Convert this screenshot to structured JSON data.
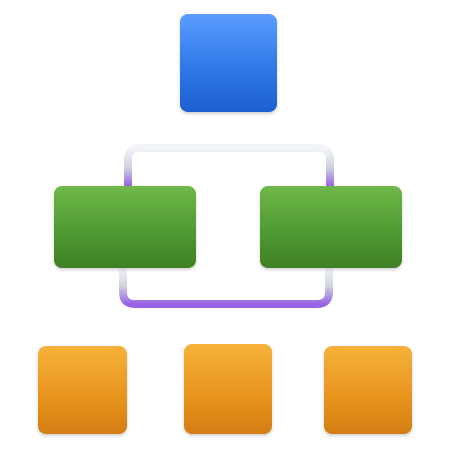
{
  "diagram": {
    "type": "hierarchy-icon",
    "levels": [
      {
        "name": "top",
        "nodes": 1,
        "color": "#2f78e8"
      },
      {
        "name": "middle",
        "nodes": 2,
        "color": "#4f9a32"
      },
      {
        "name": "bottom",
        "nodes": 3,
        "color": "#e8951f"
      }
    ],
    "connector_color": "#d9dde6",
    "connector_accent": "#9a62e6"
  }
}
